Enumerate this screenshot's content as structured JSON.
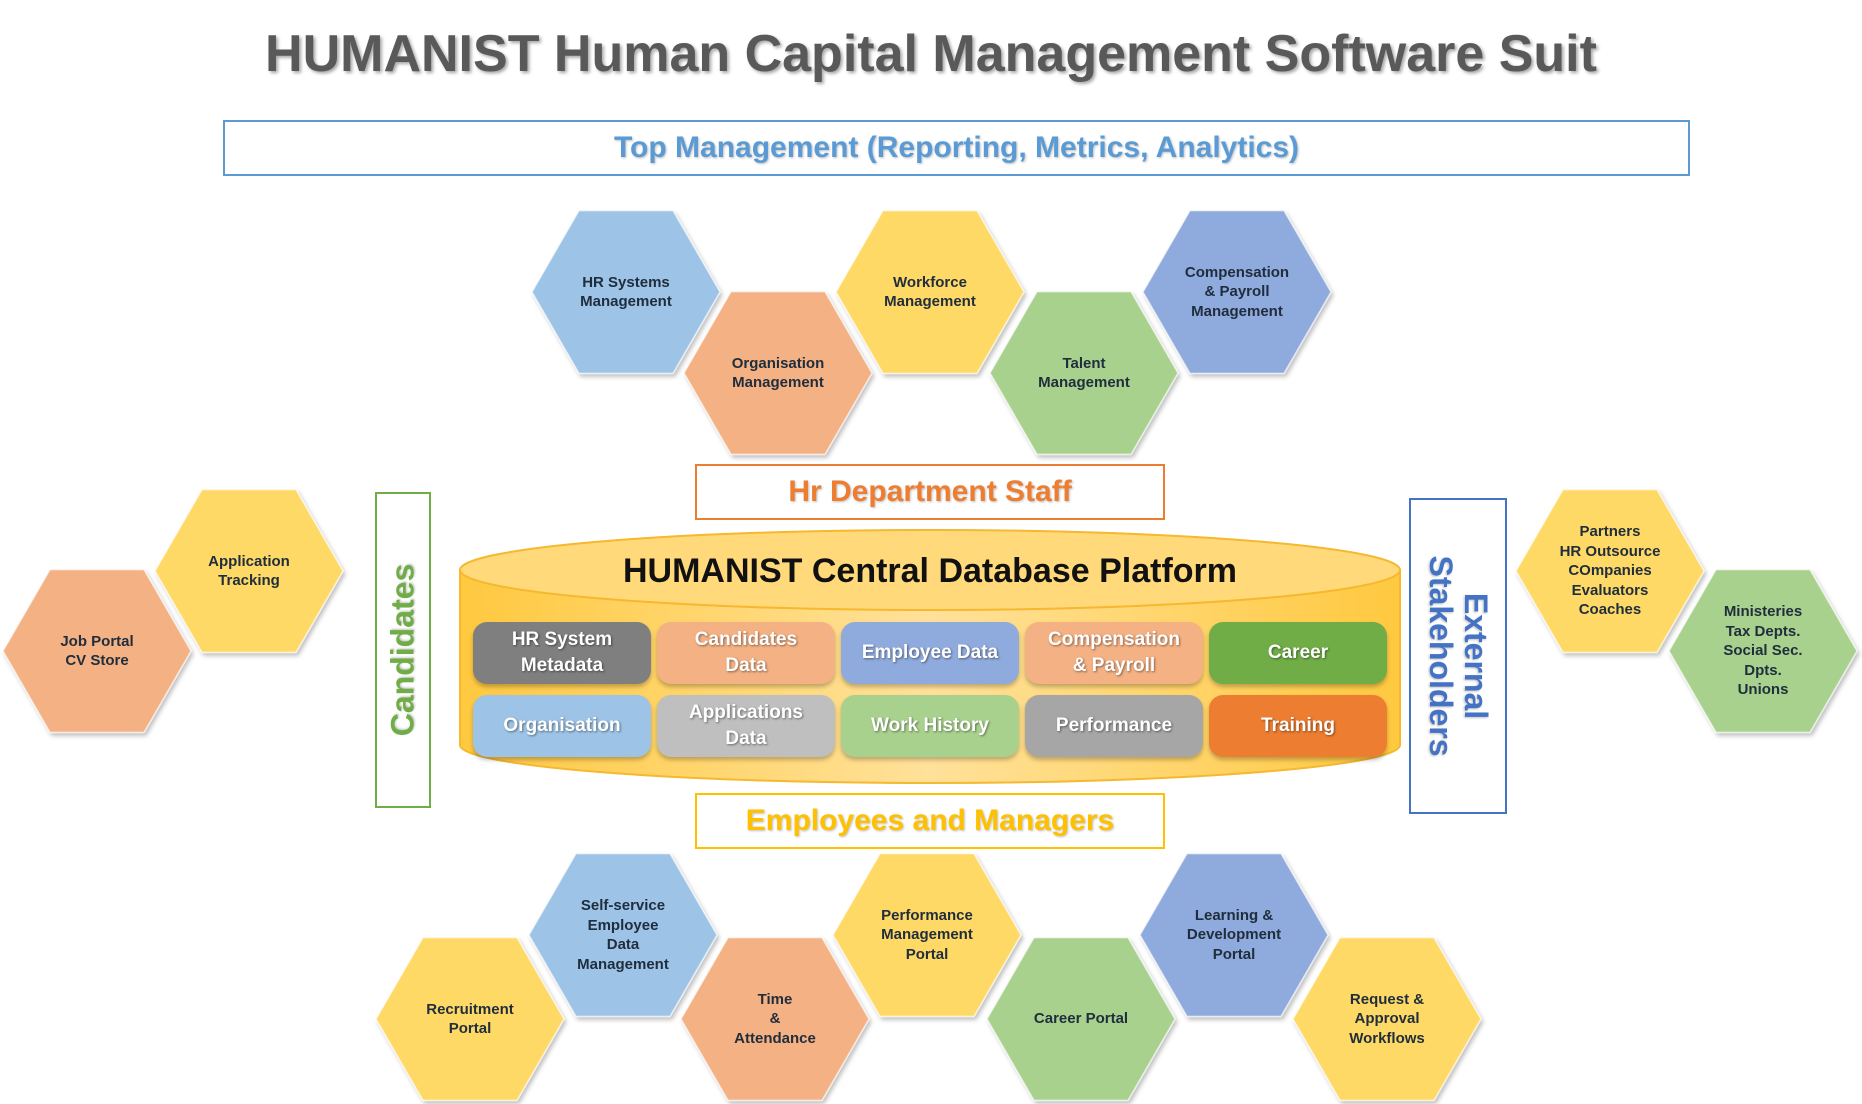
{
  "title": "HUMANIST Human Capital Management Software Suit",
  "bands": {
    "top_management": "Top Management (Reporting, Metrics, Analytics)",
    "hr_staff": "Hr Department Staff",
    "employees": "Employees and Managers",
    "candidates": "Candidates",
    "external": "External\nStakeholders"
  },
  "database": {
    "title": "HUMANIST Central Database Platform",
    "modules": [
      {
        "label": "HR System\nMetadata",
        "color": "#7f7f7f"
      },
      {
        "label": "Candidates\nData",
        "color": "#f4b183"
      },
      {
        "label": "Employee Data",
        "color": "#8faadc"
      },
      {
        "label": "Compensation\n&  Payroll",
        "color": "#f4b183"
      },
      {
        "label": "Career",
        "color": "#70ad47"
      },
      {
        "label": "Organisation",
        "color": "#9dc3e6"
      },
      {
        "label": "Applications\nData",
        "color": "#bfbfbf"
      },
      {
        "label": "Work History",
        "color": "#a9d18e"
      },
      {
        "label": "Performance",
        "color": "#a6a6a6"
      },
      {
        "label": "Training",
        "color": "#ed7d31"
      }
    ]
  },
  "hexagons": [
    {
      "label": "HR Systems\nManagement",
      "color": "#9dc3e6"
    },
    {
      "label": "Workforce\nManagement",
      "color": "#ffd966"
    },
    {
      "label": "Compensation\n& Payroll\nManagement",
      "color": "#8faadc"
    },
    {
      "label": "Organisation\nManagement",
      "color": "#f4b183"
    },
    {
      "label": "Talent\nManagement",
      "color": "#a9d18e"
    },
    {
      "label": "Application\nTracking",
      "color": "#ffd966"
    },
    {
      "label": "Job Portal\nCV Store",
      "color": "#f4b183"
    },
    {
      "label": "Partners\nHR Outsource\nCOmpanies\nEvaluators\nCoaches",
      "color": "#ffd966"
    },
    {
      "label": "Ministeries\nTax Depts.\nSocial Sec.\nDpts.\nUnions",
      "color": "#a9d18e"
    },
    {
      "label": "Self-service\nEmployee\nData\nManagement",
      "color": "#9dc3e6"
    },
    {
      "label": "Performance\nManagement\nPortal",
      "color": "#ffd966"
    },
    {
      "label": "Learning &\nDevelopment\nPortal",
      "color": "#8faadc"
    },
    {
      "label": "Recruitment\nPortal",
      "color": "#ffd966"
    },
    {
      "label": "Time\n&\nAttendance",
      "color": "#f4b183"
    },
    {
      "label": "Career Portal",
      "color": "#a9d18e"
    },
    {
      "label": "Request &\nApproval\nWorkflows",
      "color": "#ffd966"
    }
  ]
}
